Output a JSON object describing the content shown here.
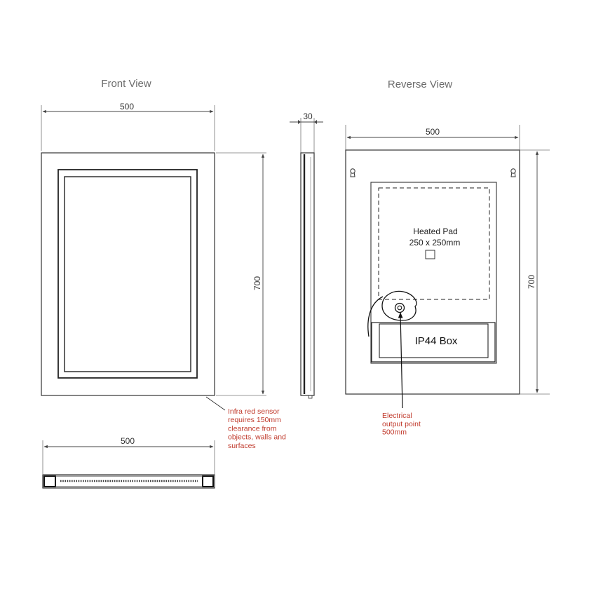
{
  "views": {
    "front_title": "Front View",
    "reverse_title": "Reverse View"
  },
  "dimensions": {
    "front_width": "500",
    "front_height": "700",
    "depth": "30",
    "reverse_width": "500",
    "reverse_height": "700",
    "bottom_width": "500"
  },
  "labels": {
    "heated_pad_line1": "Heated Pad",
    "heated_pad_line2": "250 x 250mm",
    "ip44_box": "IP44 Box"
  },
  "notes": {
    "sensor_lines": [
      "Infra red sensor",
      "requires 150mm",
      "clearance from",
      "objects, walls and",
      "surfaces"
    ],
    "electrical_lines": [
      "Electrical",
      "output point",
      "500mm"
    ]
  },
  "colors": {
    "line": "#333333",
    "dim_line": "#555555",
    "note_red": "#c0392b",
    "title_gray": "#6b6b6b"
  },
  "icons": {
    "hanger": "keyhole-hanger-icon",
    "sensor_box": "square-icon"
  }
}
